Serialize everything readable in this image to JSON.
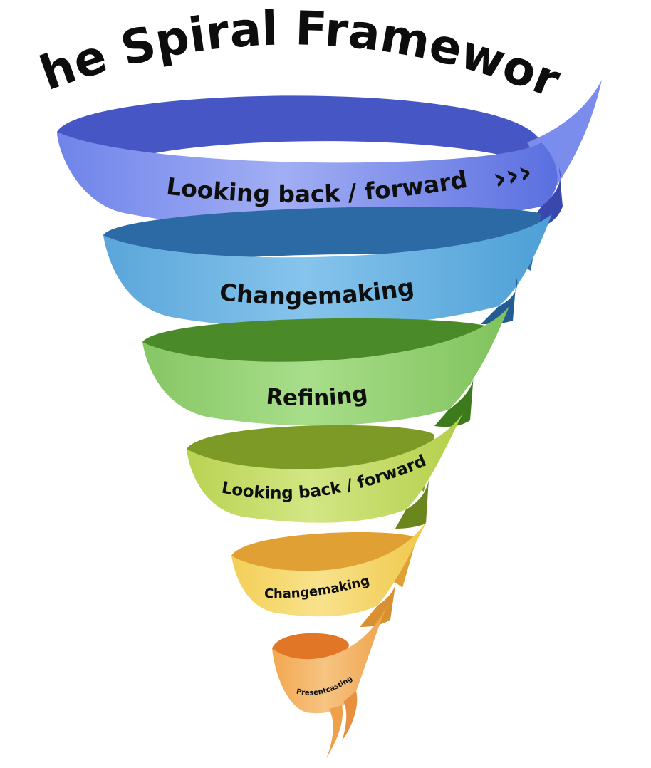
{
  "title": "The Spiral Framework",
  "arrow_glyph": "›››",
  "bands": [
    {
      "label": "Looking back / forward",
      "color_main": "#6b7fe6",
      "color_light": "#9ba8f2",
      "color_dark": "#3e4cb8"
    },
    {
      "label": "Changemaking",
      "color_main": "#4a9fd6",
      "color_light": "#7cc0ea",
      "color_dark": "#2c6ea8"
    },
    {
      "label": "Refining",
      "color_main": "#7fc35c",
      "color_light": "#a5dc87",
      "color_dark": "#4e8a2a"
    },
    {
      "label": "Looking back / forward",
      "color_main": "#b4cf4a",
      "color_light": "#cde37a",
      "color_dark": "#7e9a25"
    },
    {
      "label": "Changemaking",
      "color_main": "#f0c84a",
      "color_light": "#f7de83",
      "color_dark": "#d99a2c"
    },
    {
      "label": "Presentcasting",
      "color_main": "#f0a04a",
      "color_light": "#f5c07e",
      "color_dark": "#e07a2c"
    }
  ]
}
